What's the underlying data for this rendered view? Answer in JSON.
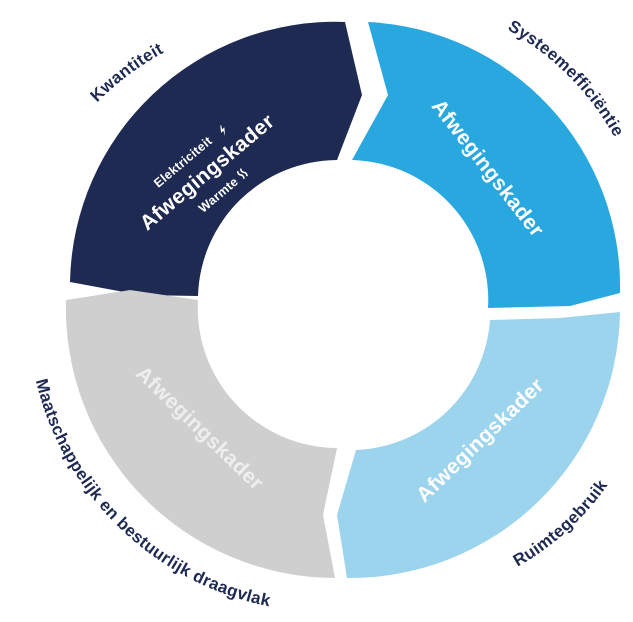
{
  "segments": {
    "top_left": {
      "title": "Afwegingskader",
      "sub_top": "Elektriciteit",
      "sub_top_icon": "lightning-bolt-icon",
      "sub_bottom": "Warmte",
      "sub_bottom_icon": "heat-waves-icon",
      "color": "#1e2a52",
      "text_color": "#ffffff"
    },
    "top_right": {
      "title": "Afwegingskader",
      "color": "#29a8df",
      "text_color": "#ffffff"
    },
    "bottom_right": {
      "title": "Afwegingskader",
      "color": "#9cd4ed",
      "text_color": "#ffffff"
    },
    "bottom_left": {
      "title": "Afwegingskader",
      "color": "#cfcfcf",
      "text_color": "#eeeeee"
    }
  },
  "outer_labels": {
    "kwantiteit": "Kwantiteit",
    "systeemefficientie": "Systeemefficiëntie",
    "ruimtegebruik": "Ruimtegebruik",
    "maatschappelijk": "Maatschappelijk en bestuurlijk draagvlak"
  }
}
